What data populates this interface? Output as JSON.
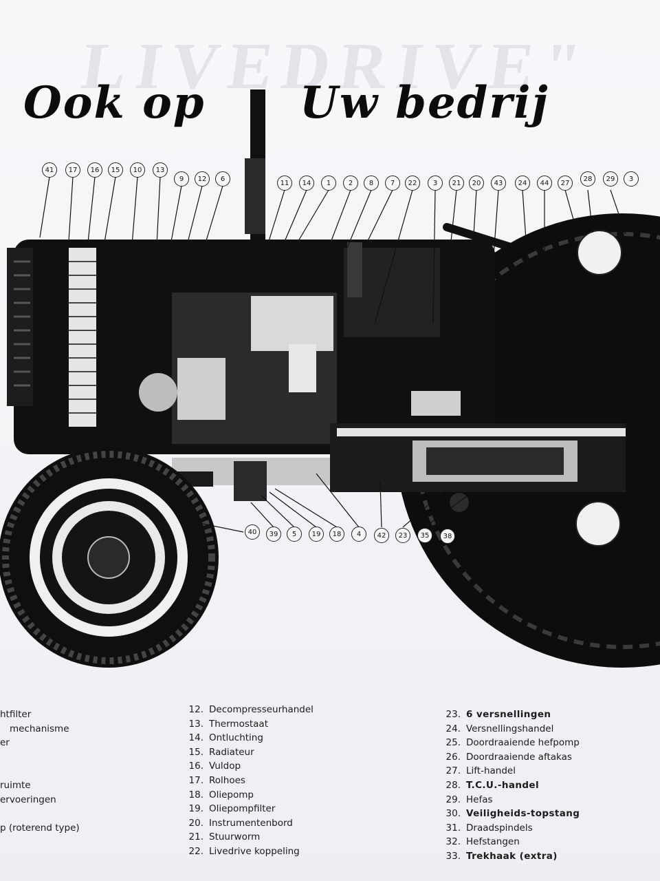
{
  "watermark": "LIVEDRIVE\"",
  "headline": {
    "part1": "Ook op",
    "part2": "Uw bedrij"
  },
  "callouts_top": [
    "41",
    "17",
    "16",
    "15",
    "10",
    "13",
    "9",
    "12",
    "6",
    "11",
    "14",
    "1",
    "2",
    "8",
    "7",
    "22",
    "3",
    "21",
    "20",
    "43",
    "24",
    "44",
    "27",
    "28",
    "29",
    "3"
  ],
  "callouts_bottom": [
    "40",
    "39",
    "5",
    "19",
    "18",
    "4",
    "42",
    "23",
    "35",
    "38"
  ],
  "legend": {
    "col1": [
      "htfilter",
      "mechanisme",
      "er",
      "",
      "",
      "ruimte",
      "ervoeringen",
      "",
      "p (roterend type)"
    ],
    "col2": [
      {
        "num": "12.",
        "label": "Decompresseurhandel"
      },
      {
        "num": "13.",
        "label": "Thermostaat"
      },
      {
        "num": "14.",
        "label": "Ontluchting"
      },
      {
        "num": "15.",
        "label": "Radiateur"
      },
      {
        "num": "16.",
        "label": "Vuldop"
      },
      {
        "num": "17.",
        "label": "Rolhoes"
      },
      {
        "num": "18.",
        "label": "Oliepomp"
      },
      {
        "num": "19.",
        "label": "Oliepompfilter"
      },
      {
        "num": "20.",
        "label": "Instrumentenbord"
      },
      {
        "num": "21.",
        "label": "Stuurworm"
      },
      {
        "num": "22.",
        "label": "Livedrive koppeling"
      }
    ],
    "col3": [
      {
        "num": "23.",
        "label": "6 versnellingen"
      },
      {
        "num": "24.",
        "label": "Versnellingshandel"
      },
      {
        "num": "25.",
        "label": "Doordraaiende hefpomp"
      },
      {
        "num": "26.",
        "label": "Doordraaiende aftakas"
      },
      {
        "num": "27.",
        "label": "Lift-handel"
      },
      {
        "num": "28.",
        "label": "T.C.U.-handel"
      },
      {
        "num": "29.",
        "label": "Hefas"
      },
      {
        "num": "30.",
        "label": "Veiligheids-topstang"
      },
      {
        "num": "31.",
        "label": "Draadspindels"
      },
      {
        "num": "32.",
        "label": "Hefstangen"
      },
      {
        "num": "33.",
        "label": "Trekhaak (extra)"
      }
    ]
  }
}
